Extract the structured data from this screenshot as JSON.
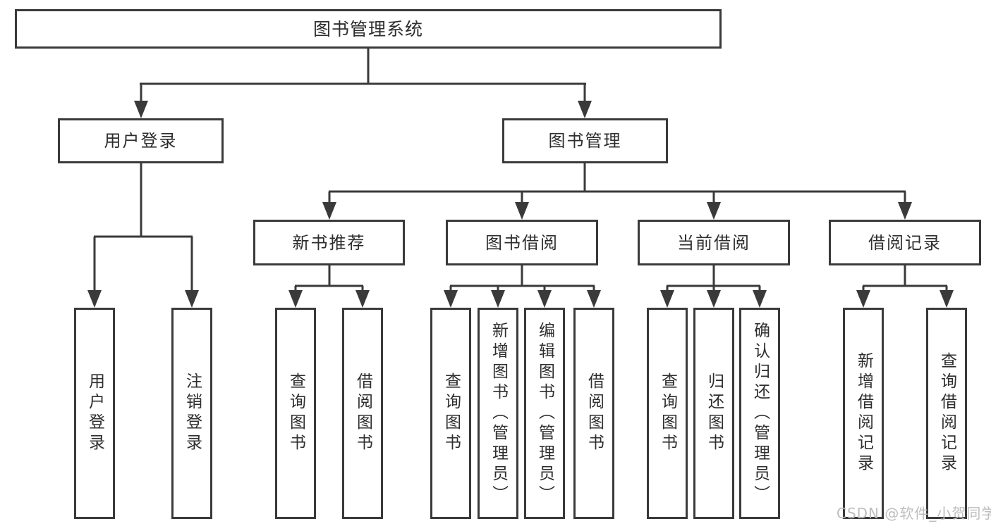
{
  "diagram": {
    "type": "hierarchy-tree",
    "root": {
      "label": "图书管理系统",
      "children": [
        {
          "label": "用户登录",
          "children": [
            {
              "label": "用户登录"
            },
            {
              "label": "注销登录"
            }
          ]
        },
        {
          "label": "图书管理",
          "children": [
            {
              "label": "新书推荐",
              "children": [
                {
                  "label": "查询图书"
                },
                {
                  "label": "借阅图书"
                }
              ]
            },
            {
              "label": "图书借阅",
              "children": [
                {
                  "label": "查询图书"
                },
                {
                  "label": "新增图书（管理员）"
                },
                {
                  "label": "编辑图书（管理员）"
                },
                {
                  "label": "借阅图书"
                }
              ]
            },
            {
              "label": "当前借阅",
              "children": [
                {
                  "label": "查询图书"
                },
                {
                  "label": "归还图书"
                },
                {
                  "label": "确认归还（管理员）"
                }
              ]
            },
            {
              "label": "借阅记录",
              "children": [
                {
                  "label": "新增借阅记录"
                },
                {
                  "label": "查询借阅记录"
                }
              ]
            }
          ]
        }
      ]
    },
    "colors": {
      "line": "#3a3a3a",
      "text": "#2e2e2e",
      "box_background": "#ffffff",
      "page_background": "#ffffff",
      "watermark": "#bdbdbd"
    }
  },
  "watermark": {
    "text": "CSDN @软件_小贺同学"
  }
}
